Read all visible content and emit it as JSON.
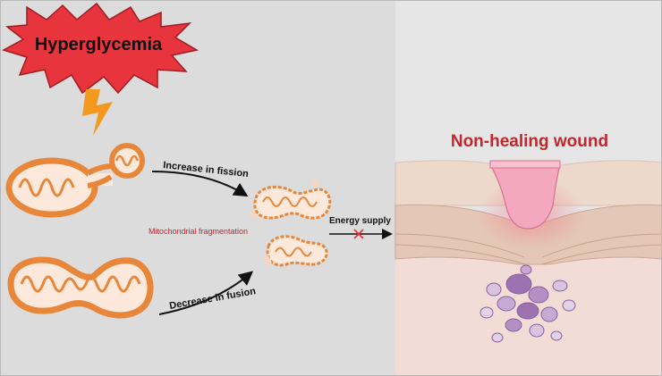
{
  "burst": {
    "text": "Hyperglycemia"
  },
  "arrows": {
    "fission": "Increase in fission",
    "fusion": "Decrease in fusion",
    "energy": "Energy supply"
  },
  "center_label": "Mitochondrial fragmentation",
  "wound": {
    "title": "Non-healing wound"
  },
  "colors": {
    "left_bg": "#dcdcdc",
    "wound_bg": "#f3dcd6",
    "burst_fill": "#e8343c",
    "bolt": "#f39a1e",
    "mito_outer": "#e8863a",
    "mito_fill": "#fde9dc",
    "title_red": "#c0282e",
    "wound_pink": "#f4a8bf",
    "cell_purple": "#b48fc4"
  }
}
